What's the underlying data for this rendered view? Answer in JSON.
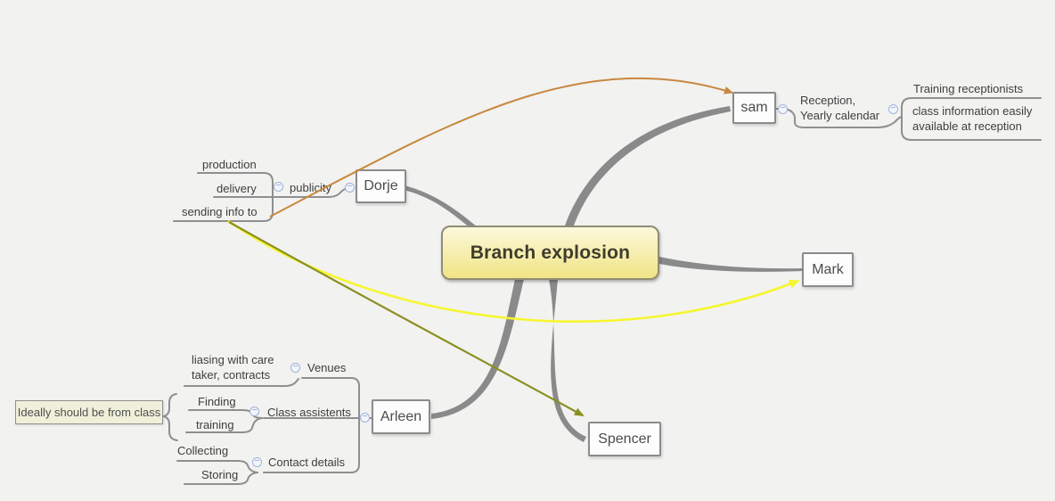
{
  "colors": {
    "canvas_background": "#f2f2f0",
    "branch": "#8a8a8a",
    "structure_line": "#8f8f8f",
    "relationship_to_sam": "#c8883f",
    "relationship_to_mark": "#f6f62e",
    "relationship_to_spencer": "#8b8f1f",
    "central_fill_top": "#fcf9dd",
    "central_fill_bottom": "#f1e383",
    "central_border": "#8f8c74",
    "topic_border": "#8b8b8b",
    "callout_fill": "#eff0d9"
  },
  "icons": {
    "collapse_glyph": "−"
  },
  "central_topic": {
    "label": "Branch explosion"
  },
  "topics": {
    "sam": "sam",
    "dorje": "Dorje",
    "mark": "Mark",
    "arleen": "Arleen",
    "spencer": "Spencer"
  },
  "subtopics": {
    "publicity": "publicity",
    "production": "production",
    "delivery": "delivery",
    "sending_info_to": "sending info to",
    "reception": "Reception,\nYearly calendar",
    "training_receptionists": "Training receptionists",
    "class_information": "class information easily\navailable at reception",
    "liasing": "liasing with care\ntaker, contracts",
    "venues": "Venues",
    "finding": "Finding",
    "training": "training",
    "class_assistents": "Class assistents",
    "collecting": "Collecting",
    "storing": "Storing",
    "contact_details": "Contact details"
  },
  "callout": {
    "label": "Ideally should be from class"
  }
}
